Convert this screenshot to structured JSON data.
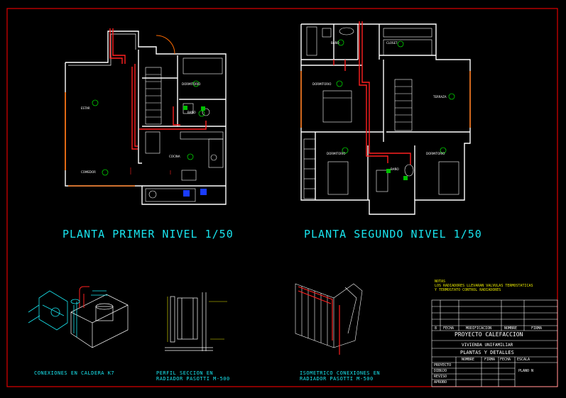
{
  "drawing": {
    "plan_titles": {
      "first_floor": "PLANTA PRIMER NIVEL 1/50",
      "second_floor": "PLANTA SEGUNDO NIVEL 1/50"
    },
    "rooms_first": {
      "estar": "ESTAR",
      "comedor": "COMEDOR",
      "dormitorio": "DORMITORIO",
      "bano": "BAÑO",
      "cocina": "COCINA"
    },
    "rooms_second": {
      "bano": "BAÑO",
      "closet": "CLOSET",
      "dormitorio_main": "DORMITORIO",
      "terraza": "TERRAZA",
      "dormitorio_left": "DORMITORIO",
      "dormitorio_right": "DORMITORIO",
      "bano_small": "BAÑO"
    },
    "detail_captions": {
      "caldera": [
        "CONEXIONES EN CALDERA K7"
      ],
      "perfil": [
        "PERFIL SECCION EN",
        "RADIADOR PASOTTI M-500"
      ],
      "isometrico": [
        "ISOMETRICO CONEXIONES EN",
        "RADIADOR PASOTTI M-500"
      ]
    },
    "notes": {
      "title": "NOTAS",
      "lines": [
        "LOS RADIADORES LLEVARAN VALVULAS TERMOSTATICAS",
        "Y TERMOSTATO CONTROL RADIADORES"
      ]
    },
    "title_block": {
      "rev_headers": [
        "8",
        "FECHA",
        "MODIFICACION",
        "NOMBRE",
        "FIRMA"
      ],
      "project": "PROYECTO CALEFACCION",
      "subtitle": "VIVIENDA UNIFAMILIAR",
      "sheet_title": "PLANTAS Y DETALLES",
      "sig_headers": [
        "NOMBRE",
        "FIRMA",
        "FECHA",
        "ESCALA"
      ],
      "roles": [
        "PROYECTO",
        "DIBUJO",
        "REVISO",
        "APROBO"
      ],
      "plano": "PLANO N"
    }
  }
}
